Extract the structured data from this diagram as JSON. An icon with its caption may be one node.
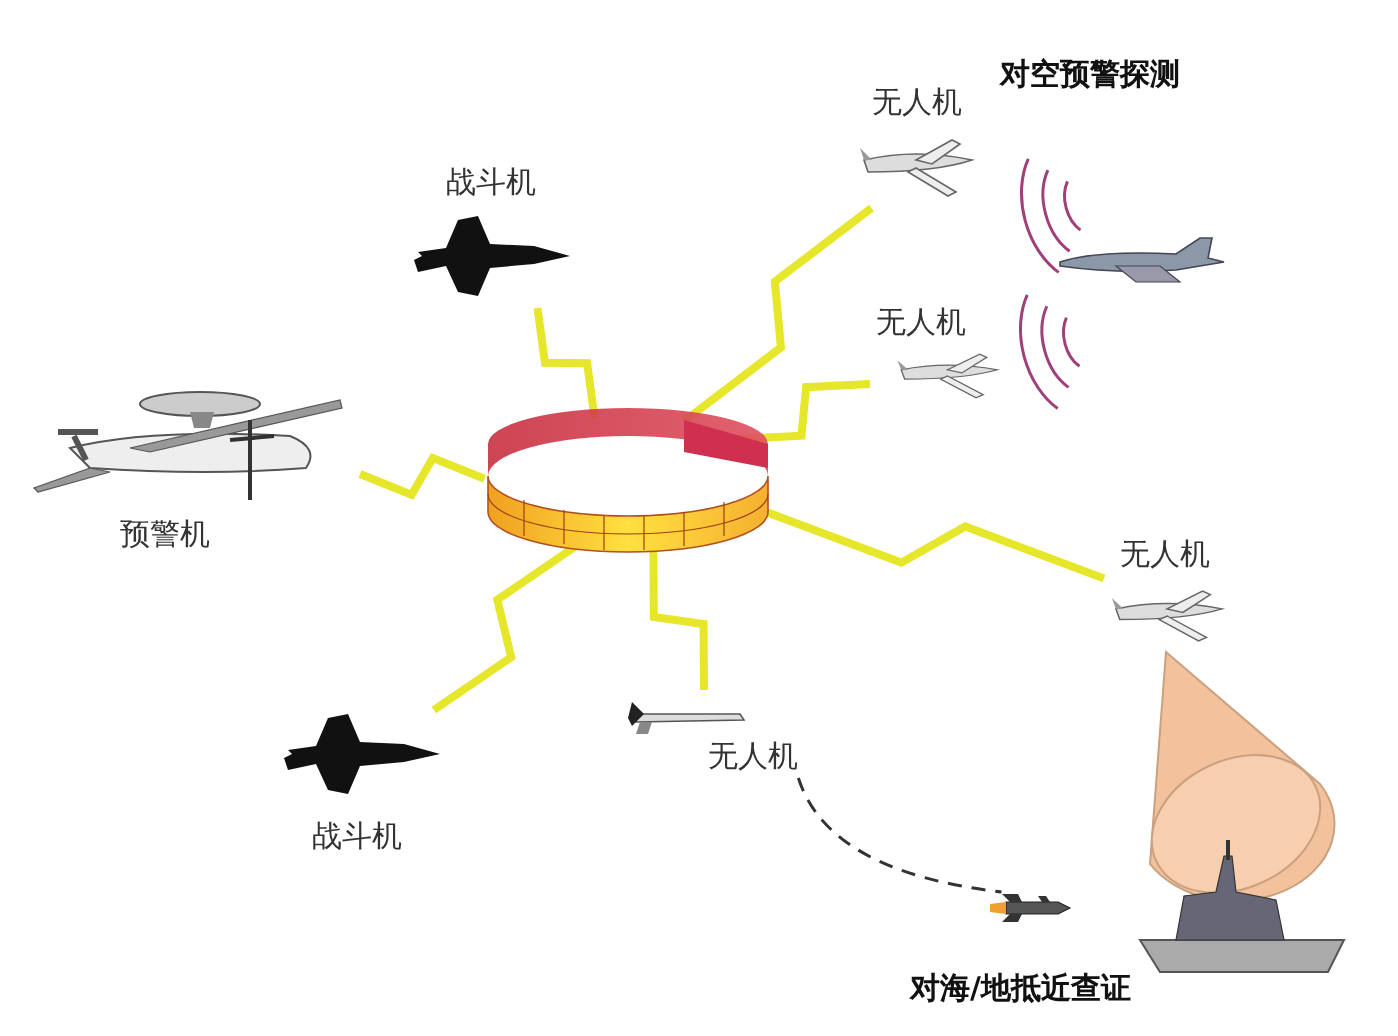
{
  "diagram": {
    "nodes": [
      {
        "text": [],
        "shape": "picture"
      },
      {
        "text": [
          "战斗机"
        ]
      },
      {
        "text": [
          "预警机"
        ]
      },
      {
        "text": [
          "无人机"
        ]
      },
      {
        "text": [
          "无人机"
        ]
      },
      {
        "text": [
          "无人机"
        ]
      },
      {
        "text": [
          "战斗机"
        ]
      },
      {
        "text": [
          "无人机"
        ]
      },
      {
        "text": [],
        "shape": "picture"
      },
      {
        "text": [],
        "shape": "picture",
        "beside": [
          "对海/地抵近查证"
        ]
      },
      {
        "text": [],
        "shape": "picture"
      }
    ],
    "edges": [
      {
        "from": 0,
        "to": 1,
        "arrow": "none"
      },
      {
        "from": 0,
        "to": 2,
        "arrow": "none"
      },
      {
        "from": 0,
        "to": 3,
        "arrow": "none"
      },
      {
        "from": 0,
        "to": 4,
        "arrow": "none"
      },
      {
        "from": 0,
        "to": 5,
        "arrow": "none"
      },
      {
        "from": 0,
        "to": 6,
        "arrow": "none"
      },
      {
        "from": 0,
        "to": 7,
        "arrow": "none"
      },
      {
        "from": 7,
        "to": 10,
        "arrow": "none",
        "style": "dashed",
        "color": "#333333"
      }
    ],
    "labels": [
      "对空预警探测"
    ]
  }
}
